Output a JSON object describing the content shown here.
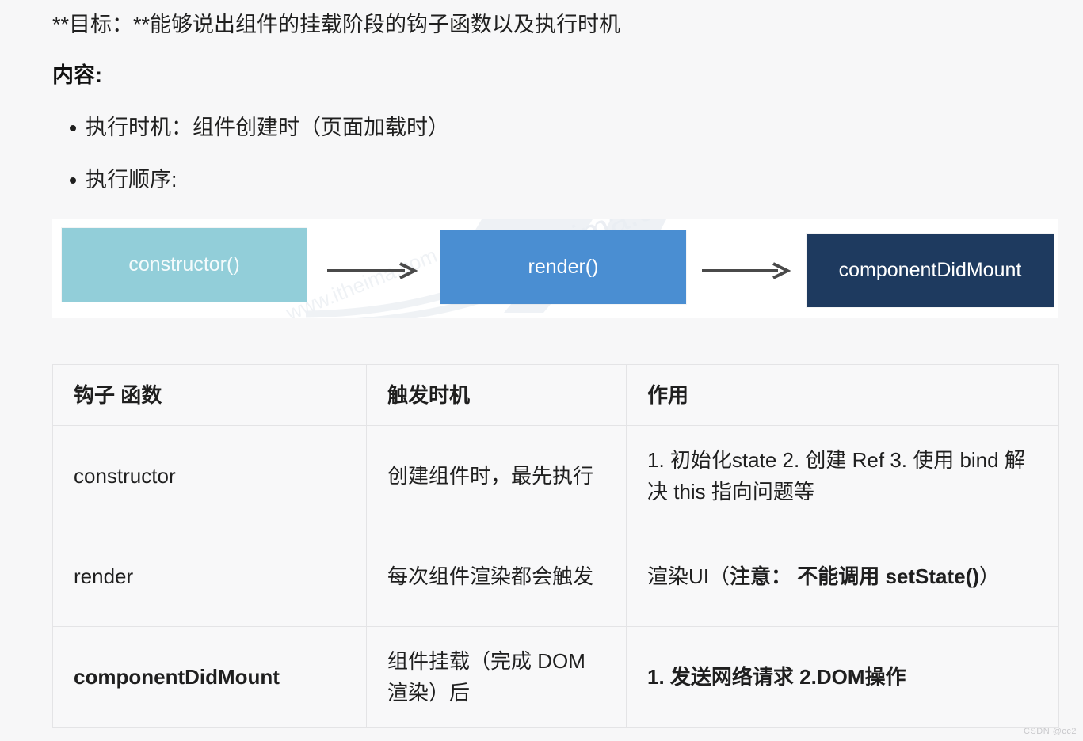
{
  "document": {
    "goal_line": "**目标：**能够说出组件的挂载阶段的钩子函数以及执行时机",
    "content_heading": "内容:",
    "bullets": [
      "执行时机：组件创建时（页面加载时）",
      "执行顺序:"
    ],
    "attribution": "CSDN @cc2"
  },
  "flow_diagram": {
    "watermark_text": "itheima.com",
    "boxes": [
      {
        "label": "constructor()",
        "color": "#92ced9",
        "text_color": "#f4fbfc"
      },
      {
        "label": "render()",
        "color": "#4a8ed2",
        "text_color": "#ffffff"
      },
      {
        "label": "componentDidMount",
        "color": "#1e3a5f",
        "text_color": "#ffffff"
      }
    ],
    "arrow_color": "#4a4a4a",
    "background": "#ffffff"
  },
  "table": {
    "headers": [
      "钩子 函数",
      "触发时机",
      "作用"
    ],
    "rows": [
      {
        "hook": "constructor",
        "hook_bold": false,
        "timing": "创建组件时，最先执行",
        "purpose_plain": "1. 初始化state 2. 创建 Ref 3. 使用 bind 解决 this 指向问题等",
        "purpose_bold_prefix": "",
        "purpose_bold_mid": "",
        "purpose_bold_suffix": "",
        "purpose_is_mixed": false,
        "purpose_all_bold": false
      },
      {
        "hook": "render",
        "hook_bold": false,
        "timing": "每次组件渲染都会触发",
        "purpose_plain": "渲染UI（",
        "purpose_bold_prefix": "渲染UI（",
        "purpose_bold_mid": "注意： 不能调用 setState()",
        "purpose_bold_suffix": "）",
        "purpose_is_mixed": true,
        "purpose_all_bold": false
      },
      {
        "hook": "componentDidMount",
        "hook_bold": true,
        "timing": "组件挂载（完成 DOM渲染）后",
        "purpose_plain": "1. 发送网络请求 2.DOM操作",
        "purpose_bold_prefix": "",
        "purpose_bold_mid": "",
        "purpose_bold_suffix": "",
        "purpose_is_mixed": false,
        "purpose_all_bold": true
      }
    ]
  },
  "colors": {
    "page_background": "#f7f7f8",
    "table_background": "#f8f8f9",
    "table_border": "#e4e4e6",
    "text": "#1f1f1f"
  }
}
